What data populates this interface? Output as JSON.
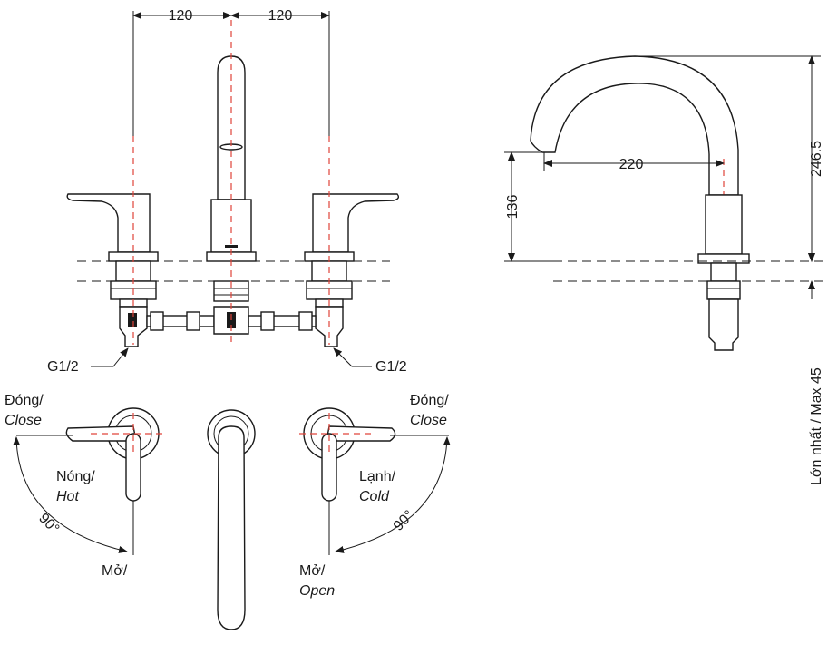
{
  "dimensions": {
    "spacing_left": "120",
    "spacing_right": "120",
    "reach": "220",
    "spout_height": "136",
    "total_height": "246.5",
    "max_thickness": "Lớn nhất / Max 45"
  },
  "connections": {
    "left": "G1/2",
    "right": "G1/2"
  },
  "left_handle": {
    "close_vi": "Đóng/",
    "close_en": "Close",
    "hot_vi": "Nóng/",
    "hot_en": "Hot",
    "open_vi": "Mở/",
    "angle": "90°"
  },
  "right_handle": {
    "close_vi": "Đóng/",
    "close_en": "Close",
    "cold_vi": "Lạnh/",
    "cold_en": "Cold",
    "open_vi": "Mở/",
    "open_en": "Open",
    "angle": "90°"
  },
  "colors": {
    "line": "#1a1a1a",
    "centerline": "#e0443a"
  }
}
